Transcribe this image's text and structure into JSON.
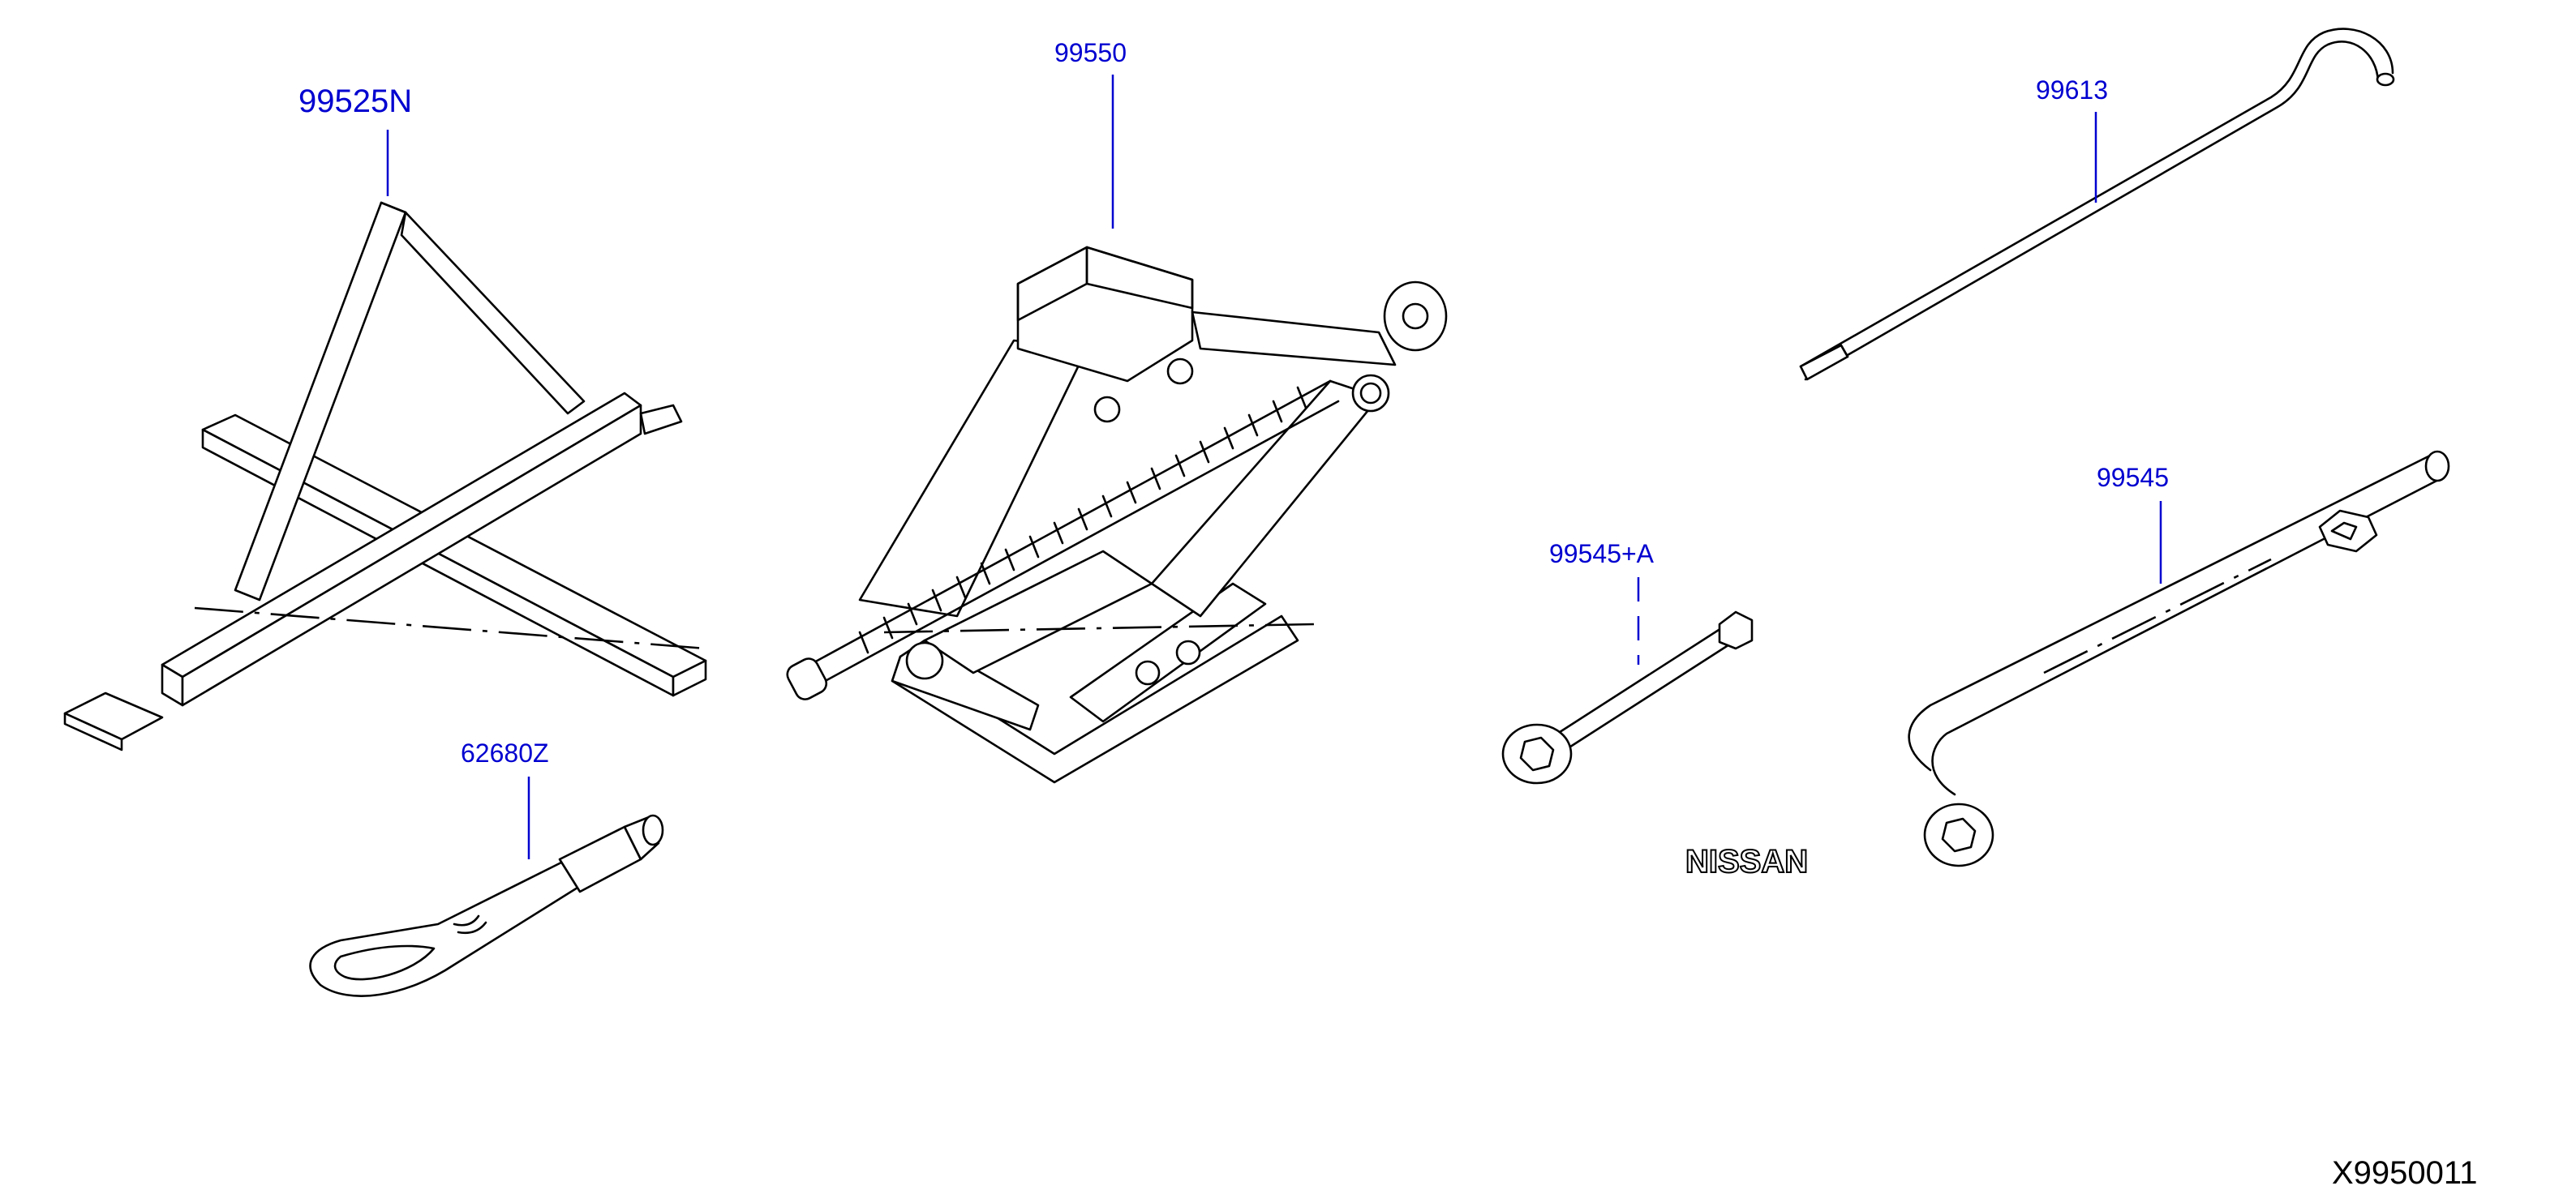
{
  "colors": {
    "label": "#0000d0",
    "leader": "#0000d0",
    "linework": "#000000",
    "background": "#ffffff"
  },
  "parts": [
    {
      "label": "99525N",
      "icon": "jack-stand-icon"
    },
    {
      "label": "99550",
      "icon": "scissor-jack-icon"
    },
    {
      "label": "99613",
      "icon": "jack-handle-rod-icon"
    },
    {
      "label": "99545+A",
      "icon": "socket-extension-icon"
    },
    {
      "label": "99545",
      "icon": "lug-wrench-icon"
    },
    {
      "label": "62680Z",
      "icon": "tow-hook-icon"
    }
  ],
  "logo_text": "NISSAN",
  "diagram_code": "X9950011"
}
